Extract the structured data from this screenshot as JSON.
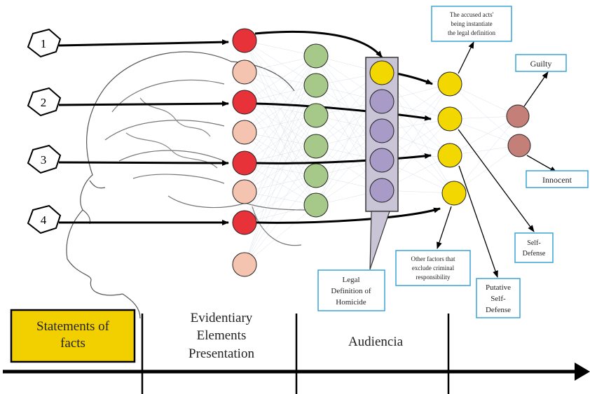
{
  "inputs": [
    "1",
    "2",
    "3",
    "4"
  ],
  "legal_definition_label": [
    "Legal",
    "Definition of",
    "Homicide"
  ],
  "callouts": {
    "instantiate": [
      "The accused acts'",
      "being instantiate",
      "the legal definition"
    ],
    "other_factors": [
      "Other factors that",
      "exclude criminal",
      "responsibility"
    ],
    "putative": [
      "Putative",
      "Self-",
      "Defense"
    ],
    "self_defense": [
      "Self-",
      "Defense"
    ],
    "guilty": "Guilty",
    "innocent": "Innocent"
  },
  "timeline": {
    "stage1": [
      "Statements of",
      "facts"
    ],
    "stage2": [
      "Evidentiary",
      "Elements",
      "Presentation"
    ],
    "stage3": "Audiencia"
  },
  "colors": {
    "red_node": "#e8323a",
    "pink_node": "#f5c4b0",
    "green_node": "#a6c98a",
    "purple_node": "#a89bc8",
    "yellow_node": "#f2d800",
    "brown_node": "#c48078",
    "box_border": "#3aa3d9",
    "legal_box_fill": "#c9c4d6",
    "statements_fill": "#f2d000"
  }
}
